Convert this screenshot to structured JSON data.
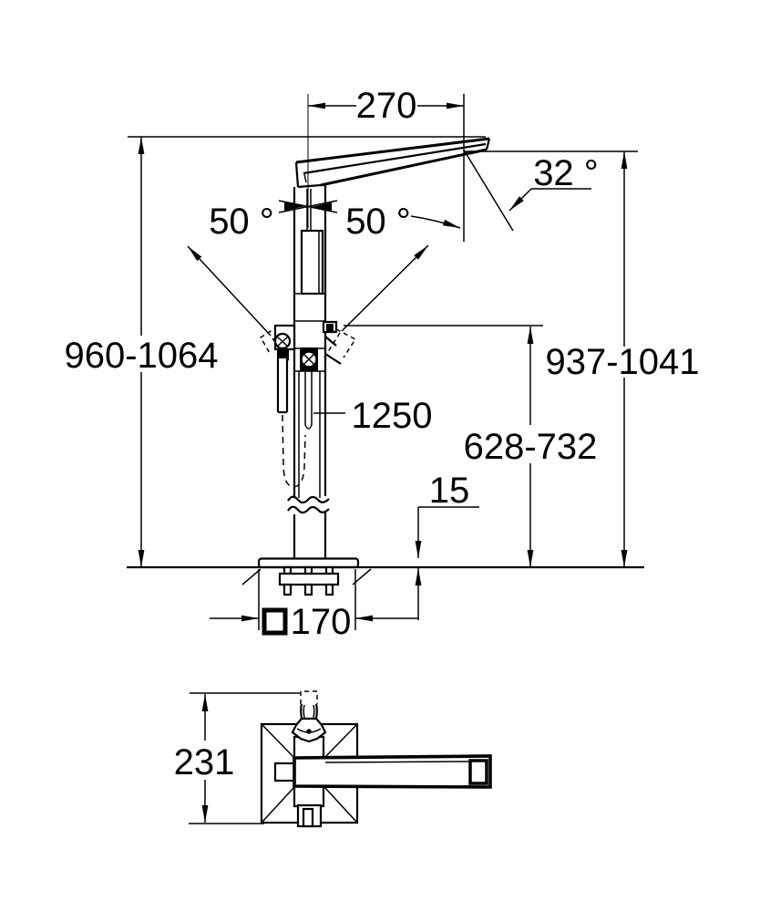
{
  "colors": {
    "ink": "#000000",
    "paper": "#ffffff"
  },
  "front": {
    "spout_reach": "270",
    "spout_angle": "32 °",
    "swing_left": "50 °",
    "swing_right": "50 °",
    "overall_height": "960-1064",
    "outlet_height": "937-1041",
    "valve_height": "628-732",
    "plate_offset": "15",
    "plate_size": "170",
    "hose_length": "1250"
  },
  "plan": {
    "depth": "231"
  }
}
